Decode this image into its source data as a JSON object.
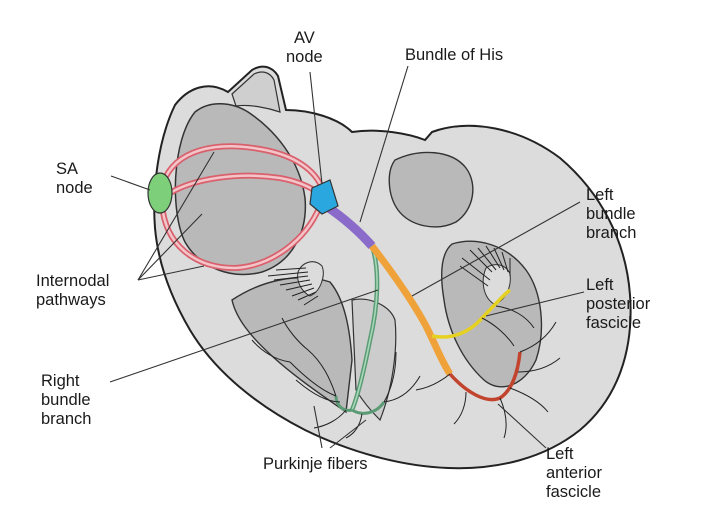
{
  "colors": {
    "heart_outline": "#222222",
    "heart_wall": "#dcdcdc",
    "chamber": "#b9b9b9",
    "sa_node": "#7dcf7a",
    "av_node": "#2aa7df",
    "bundle_of_his": "#8b6bc9",
    "internodal": "#d9606d",
    "internodal_fill": "#f3c4c8",
    "left_bundle": "#f0a23a",
    "left_anterior": "#c2442e",
    "left_posterior": "#e6d020",
    "right_bundle": "#5a9a74",
    "label_line": "#333333"
  },
  "labels": {
    "av_node": [
      "AV",
      "node"
    ],
    "bundle_of_his": [
      "Bundle of His"
    ],
    "sa_node": [
      "SA",
      "node"
    ],
    "internodal": [
      "Internodal",
      "pathways"
    ],
    "right_bundle": [
      "Right",
      "bundle",
      "branch"
    ],
    "left_bundle": [
      "Left",
      "bundle",
      "branch"
    ],
    "left_posterior": [
      "Left",
      "posterior",
      "fascicle"
    ],
    "left_anterior": [
      "Left",
      "anterior",
      "fascicle"
    ],
    "purkinje": [
      "Purkinje fibers"
    ]
  }
}
